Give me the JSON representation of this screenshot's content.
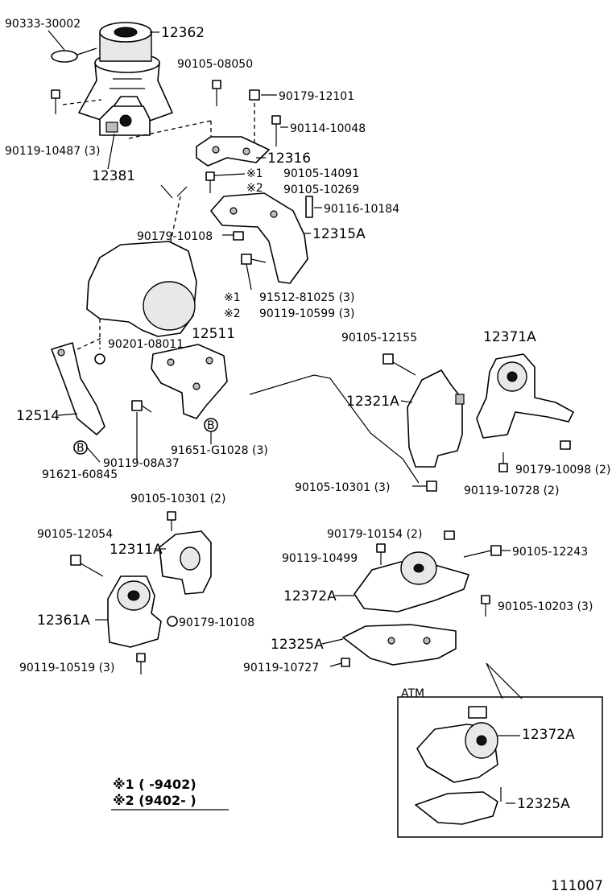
{
  "labels": {
    "p90333_30002": "90333-30002",
    "p12362": "12362",
    "p90105_08050": "90105-08050",
    "p90179_12101": "90179-12101",
    "p90114_10048": "90114-10048",
    "p90119_10487": "90119-10487 (3)",
    "p12381": "12381",
    "p12316": "12316",
    "star1": "※1",
    "p90105_14091": "90105-14091",
    "star2": "※2",
    "p90105_10269": "90105-10269",
    "p90116_10184": "90116-10184",
    "p90179_10108a": "90179-10108",
    "p12315A": "12315A",
    "star1b": "※1",
    "p91512_81025": "91512-81025 (3)",
    "star2b": "※2",
    "p90119_10599": "90119-10599 (3)",
    "p90105_12155": "90105-12155",
    "p12371A": "12371A",
    "p90201_08011": "90201-08011",
    "p12511": "12511",
    "p12321A": "12321A",
    "p12514": "12514",
    "p90179_10098": "90179-10098 (2)",
    "p90119_08A37": "90119-08A37",
    "p91651_G1028": "91651-G1028 (3)",
    "p91621_60845": "91621-60845",
    "p90105_10301a": "90105-10301 (3)",
    "p90119_10728": "90119-10728 (2)",
    "p90105_10301b": "90105-10301 (2)",
    "p90105_12054": "90105-12054",
    "p12311A": "12311A",
    "p90179_10154": "90179-10154 (2)",
    "p90119_10499": "90119-10499",
    "p90105_12243": "90105-12243",
    "p12372A": "12372A",
    "p90105_10203": "90105-10203 (3)",
    "p12361A": "12361A",
    "p90179_10108b": "90179-10108",
    "p12325A": "12325A",
    "p90119_10519": "90119-10519 (3)",
    "p90119_10727": "90119-10727",
    "atm": "ATM",
    "p12372A_atm": "12372A",
    "p12325A_atm": "12325A",
    "marker_b": "B",
    "legend1": "※1 (      -9402)",
    "legend2": "※2 (9402-       )",
    "diagram_no": "111007"
  }
}
